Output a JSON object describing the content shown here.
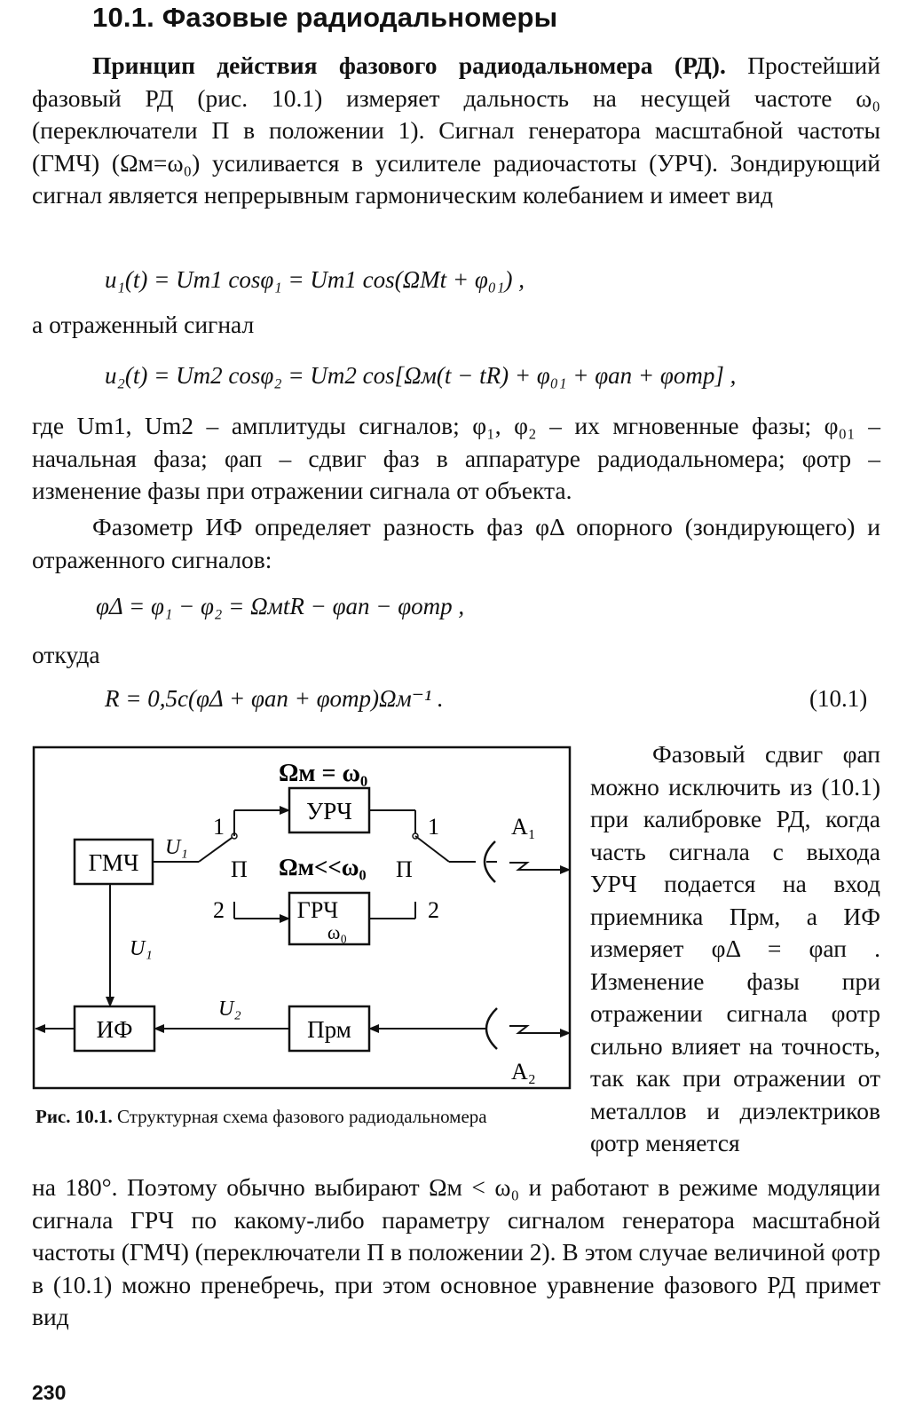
{
  "heading": "10.1. Фазовые радиодальномеры",
  "p1": {
    "lead": "Принцип действия фазового радиодальномера (РД).",
    "text": " Простейший фазовый РД (рис. 10.1) измеряет дальность на несущей частоте ω₀ (переключатели П в положении 1). Сигнал генератора масштабной частоты (ГМЧ) (Ωм=ω₀) усиливается в усилителе радиочастоты (УРЧ). Зондирующий сигнал является непрерывным гармоническим колебанием и имеет вид"
  },
  "eq1": "u₁(t) = Um1 cosφ₁ = Um1 cos(ΩМt + φ₀₁) ,",
  "t_reflected": "а отраженный сигнал",
  "eq2": "u₂(t) = Um2 cosφ₂ = Um2 cos[Ωм(t − tR) + φ₀₁ + φап + φотр] ,",
  "p2": "где Um1, Um2 – амплитуды сигналов; φ₁, φ₂ – их мгновенные фазы; φ₀₁ –начальная фаза; φап – сдвиг фаз в аппаратуре радиодальномера; φотр – изменение фазы при отражении сигнала от объекта.",
  "p3": "Фазометр ИФ определяет разность фаз φΔ опорного (зондирующего) и отраженного сигналов:",
  "eq3": "φΔ = φ₁ − φ₂ = ΩмtR − φап − φотр ,",
  "t_whence": "откуда",
  "eq4": "R = 0,5c(φΔ + φап + φотр)Ωм⁻¹ .",
  "eq4_num": "(10.1)",
  "side": "Фазовый сдвиг φап можно исключить из (10.1) при калибровке РД, когда часть сигнала с выхода УРЧ подается на вход приемника Прм, а ИФ измеряет φΔ = φап . Изменение фазы при отражении сигнала φотр сильно влияет на точность, так как при отражении от металлов и диэлектриков φотр меняется",
  "bottom": "на 180°. Поэтому обычно выбирают Ωм < ω₀ и работают в режиме модуляции сигнала ГРЧ по какому-либо параметру сигналом генератора масштабной частоты (ГМЧ) (переключатели П в положении 2). В этом случае величиной φотр в (10.1) можно пренебречь, при этом основное уравнение фазового РД примет вид",
  "caption": {
    "label": "Рис. 10.1.",
    "text": " Структурная схема фазового радиодальномера"
  },
  "page_number": "230",
  "diagram": {
    "top_label": "Ωм = ω₀",
    "mid_label": "Ωм<<ω₀",
    "gmch": "ГМЧ",
    "urch": "УРЧ",
    "grch": "ГРЧ",
    "grch_sub": "ω₀",
    "if": "ИФ",
    "prm": "Прм",
    "u1": "U₁",
    "u1_b": "U₁",
    "u2": "U₂",
    "sw_left": "П",
    "sw_right": "П",
    "pos1_left": "1",
    "pos2_left": "2",
    "pos1_right": "1",
    "pos2_right": "2",
    "a1": "A₁",
    "a2": "A₂"
  }
}
